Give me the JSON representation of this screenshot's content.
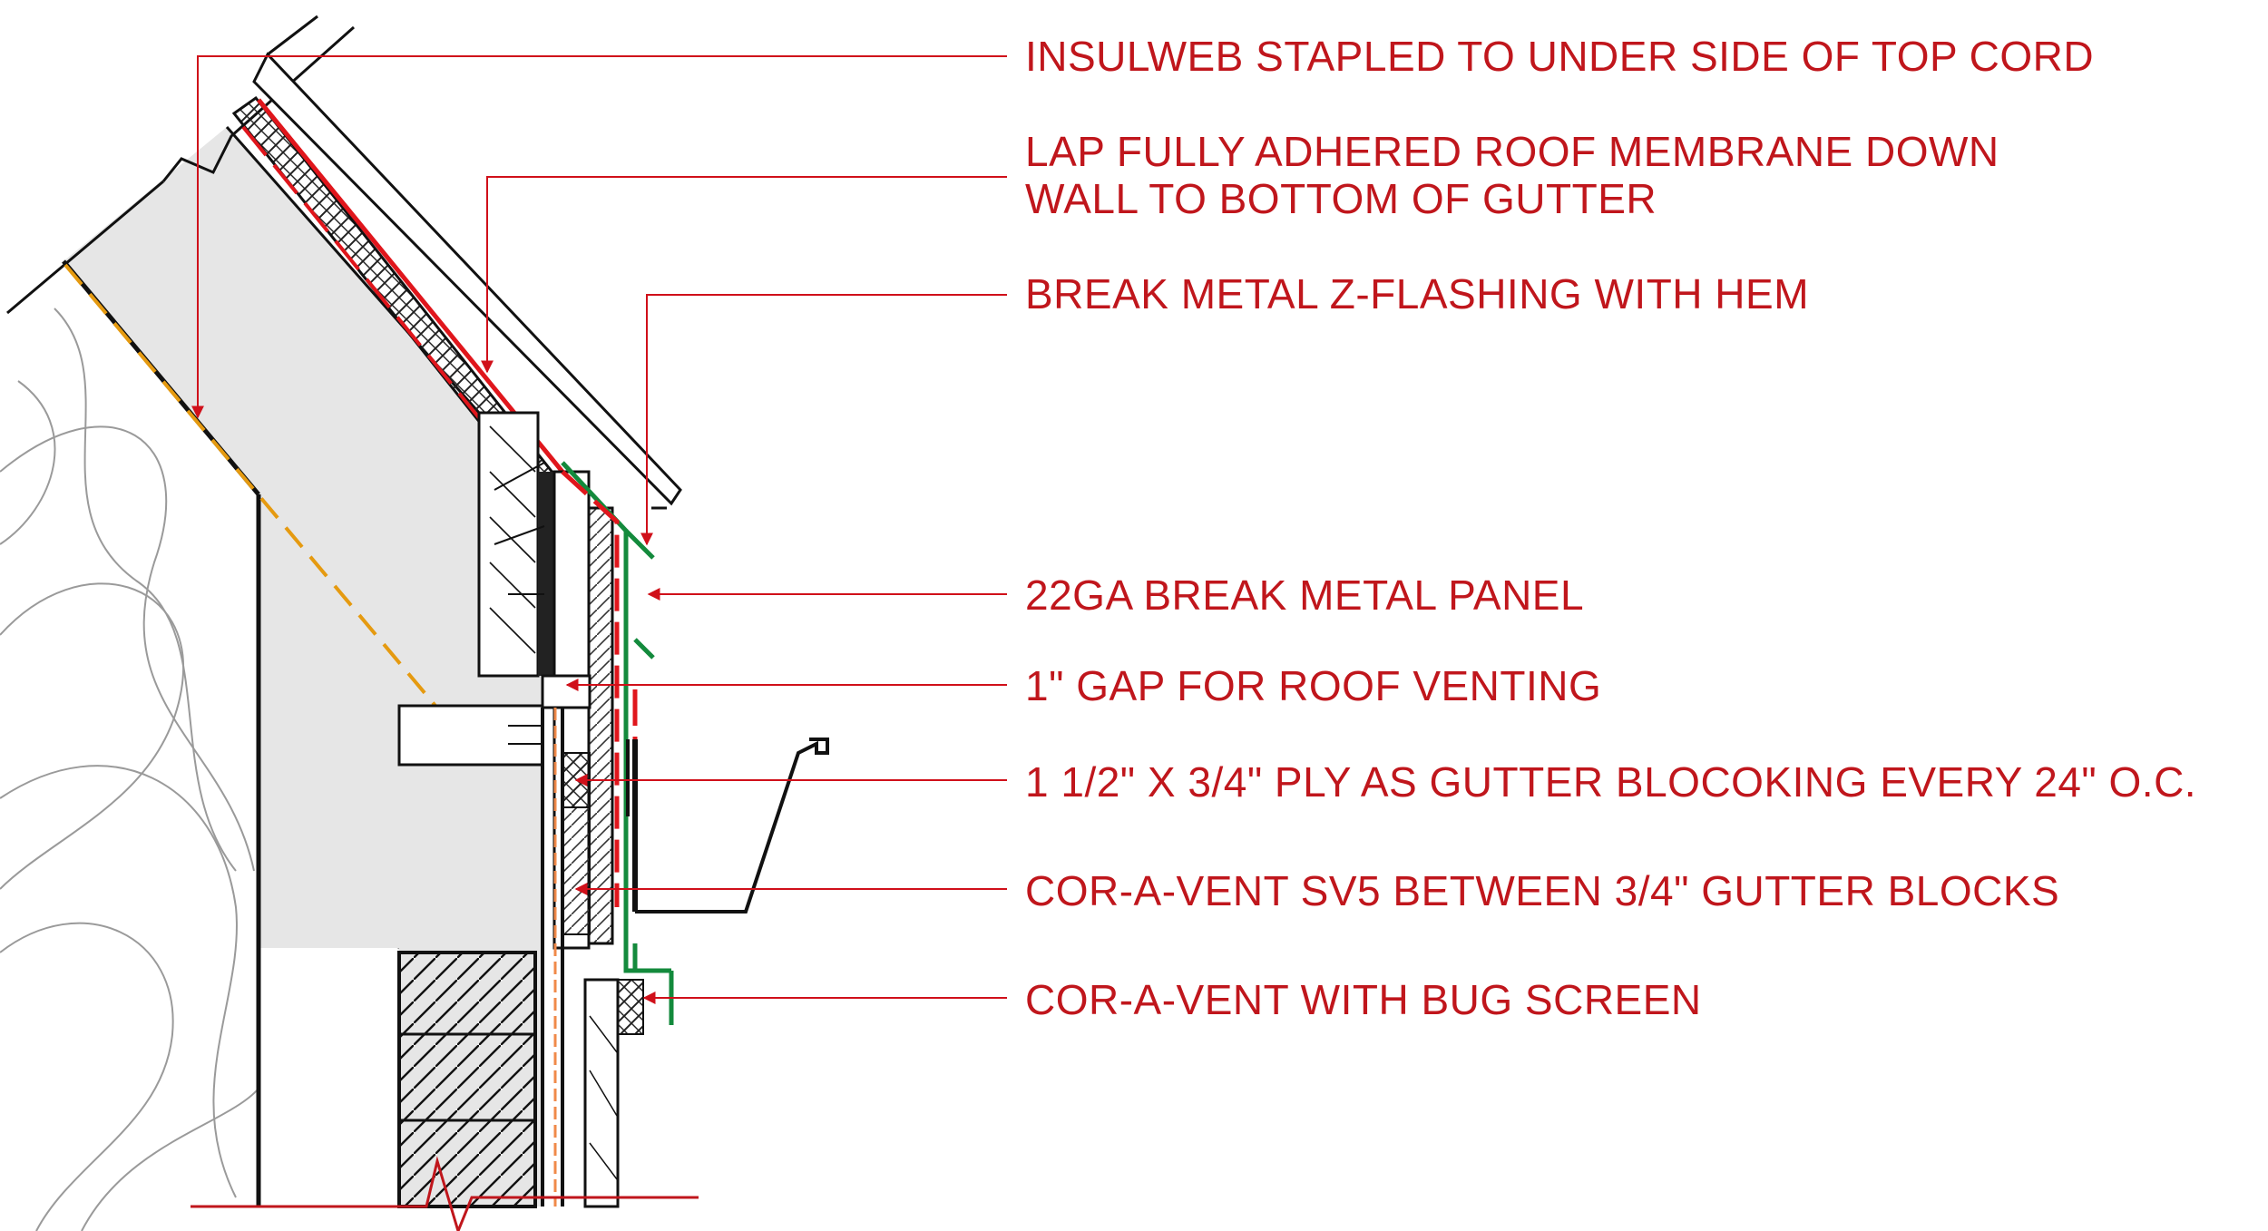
{
  "drawing": {
    "colors": {
      "annotation": "#c0161c",
      "linework": "#111111",
      "hatch_fill": "#e6e6e6",
      "membrane": "#e0161c",
      "flashing": "#138a3c",
      "vapor_line": "#e59a10",
      "wrap_line": "#f08a4a"
    },
    "labels": [
      {
        "id": "insulweb",
        "lines": [
          "INSULWEB STAPLED TO UNDER SIDE OF TOP CORD"
        ]
      },
      {
        "id": "membrane",
        "lines": [
          "LAP FULLY ADHERED ROOF MEMBRANE DOWN",
          "WALL TO BOTTOM OF GUTTER"
        ]
      },
      {
        "id": "zflash",
        "lines": [
          "BREAK METAL Z-FLASHING WITH HEM"
        ]
      },
      {
        "id": "panel",
        "lines": [
          "22GA BREAK METAL PANEL"
        ]
      },
      {
        "id": "gap",
        "lines": [
          "1\" GAP FOR ROOF VENTING"
        ]
      },
      {
        "id": "ply",
        "lines": [
          "1 1/2\" X 3/4\" PLY AS GUTTER BLOCOKING EVERY  24\" O.C."
        ]
      },
      {
        "id": "sv5",
        "lines": [
          "COR-A-VENT SV5 BETWEEN 3/4\" GUTTER BLOCKS"
        ]
      },
      {
        "id": "bug",
        "lines": [
          "COR-A-VENT WITH BUG SCREEN"
        ]
      }
    ]
  }
}
